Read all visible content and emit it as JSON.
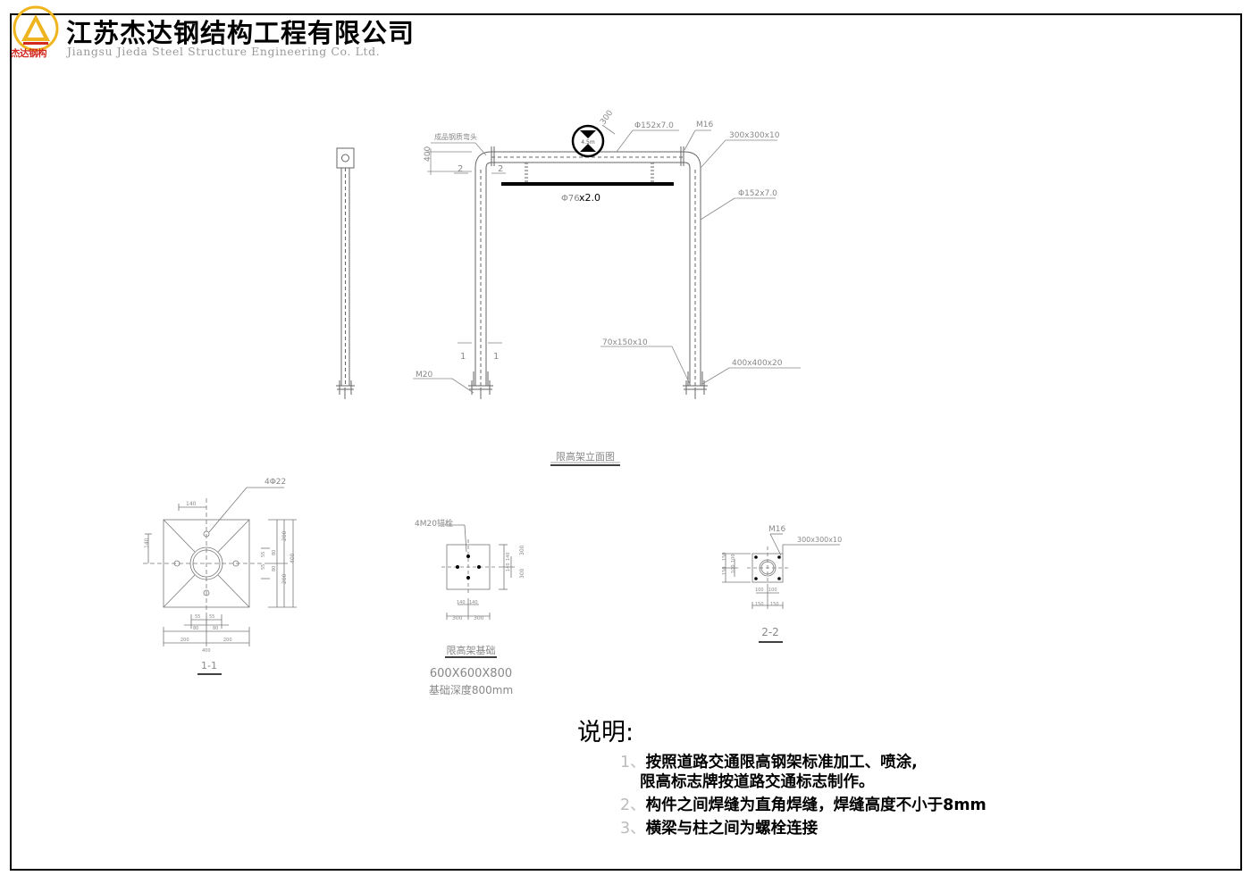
{
  "company": {
    "name_cn": "江苏杰达钢结构工程有限公司",
    "name_en": "Jiangsu Jieda Steel Structure Engineering Co. Ltd.",
    "logo_text": "杰达钢构",
    "brand_color": "#d2281e",
    "logo_accent": "#f0b41e"
  },
  "elevation": {
    "title": "限高架立面图",
    "labels": {
      "bend_joint": "成品钢质弯头",
      "beam_pipe": "Φ152x7.0",
      "column_pipe": "Φ152x7.0",
      "bolt_top": "M16",
      "top_plate": "300x300x10",
      "stiffener": "70x150x10",
      "base_plate": "400x400x20",
      "anchor": "M20",
      "dim_400": "400",
      "dim_300": "300",
      "sign_text": "4.5m",
      "sub_pipe": "Φ76",
      "sub_pipe_count": "x2.0",
      "sec_1a": "1",
      "sec_1b": "1",
      "sec_2a": "2",
      "sec_2b": "2"
    }
  },
  "section_1": {
    "title": "1-1",
    "hole_label": "4Φ22",
    "dims": {
      "top": "140",
      "left": "140",
      "r_200a": "200",
      "r_200b": "200",
      "r_400": "400",
      "r_80a": "80",
      "r_80b": "80",
      "r_55a": "55",
      "r_55b": "55",
      "b_55a": "55",
      "b_55b": "55",
      "b_80a": "80",
      "b_80b": "80",
      "b_200a": "200",
      "b_200b": "200",
      "b_400": "400"
    }
  },
  "foundation": {
    "title": "限高架基础",
    "size": "600X600X800",
    "depth": "基础深度800mm",
    "bolt_label": "4M20锚栓",
    "dims": {
      "b_140a": "140",
      "b_140b": "140",
      "b_300a": "300",
      "b_300b": "300",
      "r_300a": "300",
      "r_300b": "300",
      "r_140a": "140",
      "r_140b": "140"
    }
  },
  "section_2": {
    "title": "2-2",
    "bolt_label": "M16",
    "plate_label": "300x300x10",
    "dims": {
      "l_150a": "150",
      "l_150b": "150",
      "l_100a": "100",
      "l_100b": "100",
      "b_100a": "100",
      "b_100b": "100",
      "b_150a": "150",
      "b_150b": "150"
    }
  },
  "notes": {
    "title": "说明:",
    "items": [
      {
        "num": "1、",
        "text": "按照道路交通限高钢架标准加工、喷涂,"
      },
      {
        "num": "",
        "text": "限高标志牌按道路交通标志制作。"
      },
      {
        "num": "2、",
        "text": "构件之间焊缝为直角焊缝，焊缝高度不小于8mm"
      },
      {
        "num": "3、",
        "text": "横梁与柱之间为螺栓连接"
      }
    ]
  }
}
